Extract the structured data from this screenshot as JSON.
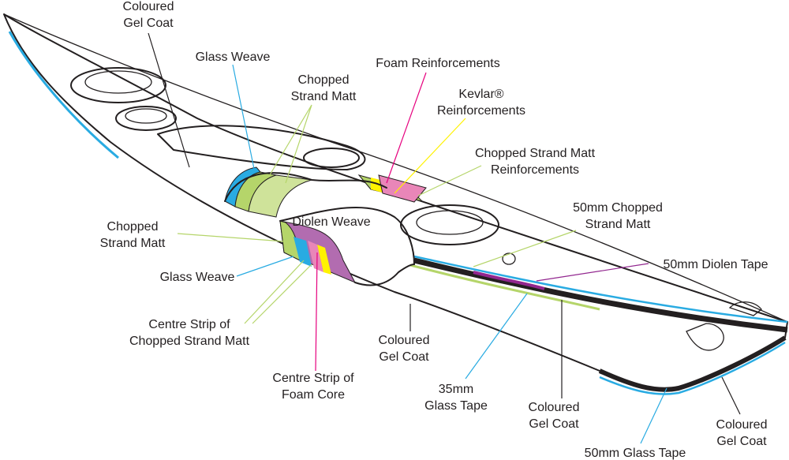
{
  "colors": {
    "glass_weave": "#29abe2",
    "chopped_strand_matt": "#b5d56a",
    "foam": "#e6007e",
    "foam_fill": "#e986b8",
    "kevlar": "#fff200",
    "diolen": "#92278f",
    "diolen_fill": "#b26cb0",
    "gel_coat": "#231f20"
  },
  "labels": {
    "gel_coat_top": [
      "Coloured",
      "Gel Coat"
    ],
    "glass_weave_top": "Glass Weave",
    "chopped_strand_matt_top": [
      "Chopped",
      "Strand Matt"
    ],
    "foam_reinforcements": "Foam Reinforcements",
    "kevlar_reinforcements": [
      "Kevlar®",
      "Reinforcements"
    ],
    "csm_reinforcements": [
      "Chopped Strand Matt",
      "Reinforcements"
    ],
    "csm_50mm": [
      "50mm Chopped",
      "Strand Matt"
    ],
    "diolen_tape_50mm": "50mm Diolen Tape",
    "chopped_strand_matt_left": [
      "Chopped",
      "Strand Matt"
    ],
    "diolen_weave": "Diolen Weave",
    "glass_weave_left": "Glass Weave",
    "centre_strip_csm": [
      "Centre Strip of",
      "Chopped Strand Matt"
    ],
    "centre_strip_foam": [
      "Centre Strip of",
      "Foam Core"
    ],
    "gel_coat_mid": [
      "Coloured",
      "Gel Coat"
    ],
    "glass_tape_35mm": [
      "35mm",
      "Glass Tape"
    ],
    "gel_coat_lower": [
      "Coloured",
      "Gel Coat"
    ],
    "glass_tape_50mm": "50mm Glass Tape",
    "gel_coat_stern": [
      "Coloured",
      "Gel Coat"
    ]
  }
}
